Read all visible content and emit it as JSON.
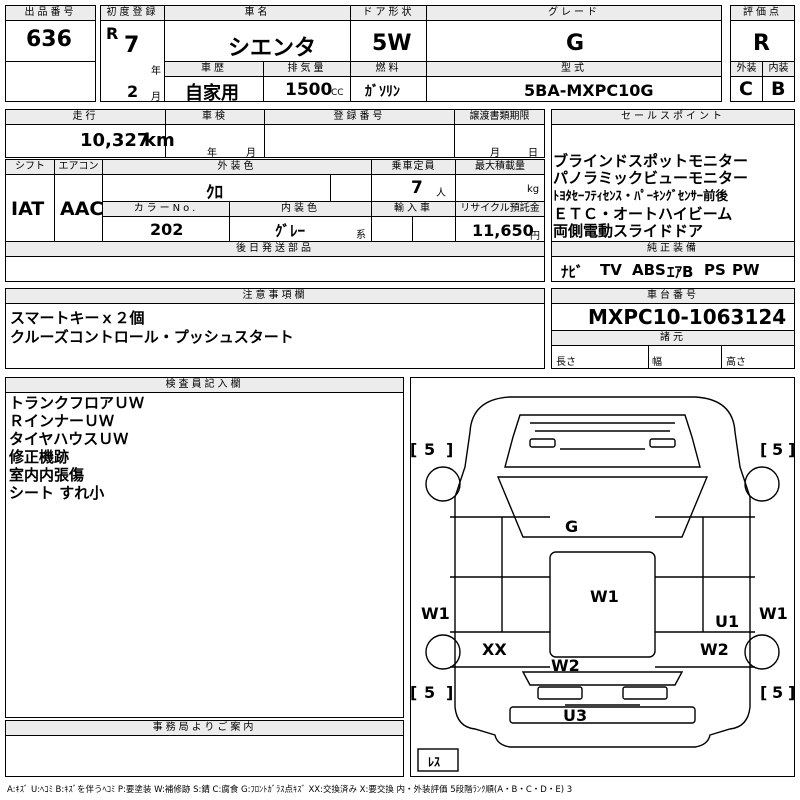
{
  "headers": {
    "lot_no": "出品番号",
    "first_reg": "初度登録",
    "car_name": "車名",
    "door": "ドア形状",
    "grade": "グレード",
    "score": "評価点",
    "history": "車歴",
    "displacement": "排気量",
    "fuel": "燃料",
    "model": "型式",
    "ext": "外装",
    "int": "内装",
    "mileage": "走行",
    "inspection": "車検",
    "reg_no": "登録番号",
    "transfer_doc": "譲渡書類期限",
    "sales_point": "セールスポイント",
    "shift": "シフト",
    "aircon": "エアコン",
    "ext_color": "外装色",
    "seats": "乗車定員",
    "max_load": "最大積載量",
    "color_no": "カラーNo.",
    "int_color": "内装色",
    "import": "輸入車",
    "recycle": "リサイクル預託金",
    "std_equip": "純正装備",
    "later_parts": "後日発送部品",
    "notes": "注意事項欄",
    "chassis": "車台番号",
    "specs": "諸元",
    "inspector": "検査員記入欄",
    "office": "事務局よりご案内"
  },
  "values": {
    "lot_no": "636",
    "era": "R",
    "year": "7",
    "year_unit": "年",
    "month": "2",
    "month_unit": "月",
    "car_name": "シエンタ",
    "door": "5W",
    "grade": "G",
    "score": "R",
    "history": "自家用",
    "displacement": "1500",
    "cc": "CC",
    "fuel": "ｶﾞｿﾘﾝ",
    "model": "5BA-MXPC10G",
    "ext_score": "C",
    "int_score": "B",
    "mileage": "10,327",
    "km": "km",
    "insp_year_unit": "年",
    "insp_month_unit": "月",
    "transfer_month_unit": "月",
    "transfer_day_unit": "日",
    "shift": "IAT",
    "aircon": "AAC",
    "ext_color": "ｸﾛ",
    "seats": "7",
    "seats_unit": "人",
    "max_load_unit": "kg",
    "color_no": "202",
    "int_color": "ｸﾞﾚｰ",
    "int_color_unit": "系",
    "recycle": "11,650",
    "yen": "円",
    "chassis": "MXPC10-1063124",
    "len_label": "長さ",
    "width_label": "幅",
    "height_label": "高さ"
  },
  "sales_points": [
    "ブラインドスポットモニター",
    "パノラミックビューモニター",
    "ﾄﾖﾀｾｰﾌﾃｨｾﾝｽ・ﾊﾟｰｷﾝｸﾞｾﾝｻｰ前後",
    "ＥＴＣ・オートハイビーム",
    "両側電動スライドドア"
  ],
  "equipment": [
    "ﾅﾋﾞ",
    "TV",
    "ABS",
    "ｴｱB",
    "PS",
    "PW"
  ],
  "notes": [
    "スマートキーｘ２個",
    "クルーズコントロール・プッシュスタート"
  ],
  "inspector_notes": [
    "トランクフロアＵＷ",
    "ＲインナーＵＷ",
    "タイヤハウスＵＷ",
    "修正機跡",
    "室内内張傷",
    "シート すれ小"
  ],
  "diagram_marks": {
    "tire_fl": "5",
    "tire_fr": "5",
    "tire_rl": "5",
    "tire_rr": "5",
    "g": "G",
    "w1_center": "W1",
    "w1_left": "W1",
    "w1_right": "W1",
    "u1": "U1",
    "xx": "XX",
    "w2_left": "W2",
    "w2_right": "W2",
    "u3": "U3",
    "spare": "ﾚｽ"
  },
  "legend": "A:ｷｽﾞ U:ﾍｺﾐ B:ｷｽﾞを伴うﾍｺﾐ P:要塗装 W:補修跡 S:錆 C:腐食 G:ﾌﾛﾝﾄｶﾞﾗｽ点ｷｽﾞ XX:交換済み X:要交換 内・外装評価 5段階ﾗﾝｸ順(A・B・C・D・E) 3"
}
